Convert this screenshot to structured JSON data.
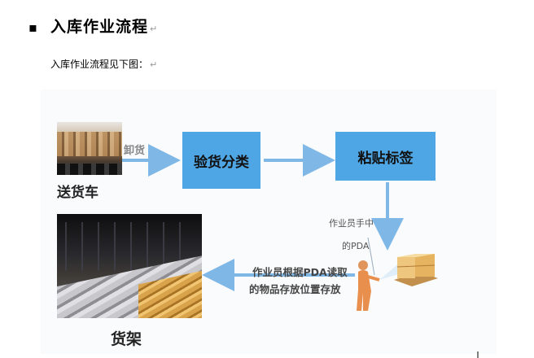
{
  "heading": {
    "bullet": "▪",
    "title": "入库作业流程",
    "mark": "↵"
  },
  "paragraph": {
    "text": "入库作业流程见下图：",
    "mark": "↵"
  },
  "diagram": {
    "truck_label": "送货车",
    "unload_label": "卸货",
    "step1": "验货分类",
    "step2": "粘贴标签",
    "pda_line1": "作业员手中",
    "pda_line2": "的PDA",
    "read_line1": "作业员根据PDA读取",
    "read_line2": "的物品存放位置存放",
    "shelf_label": "货架",
    "colors": {
      "box": "#4fa6e4",
      "arrow": "#7fb8e6"
    }
  }
}
